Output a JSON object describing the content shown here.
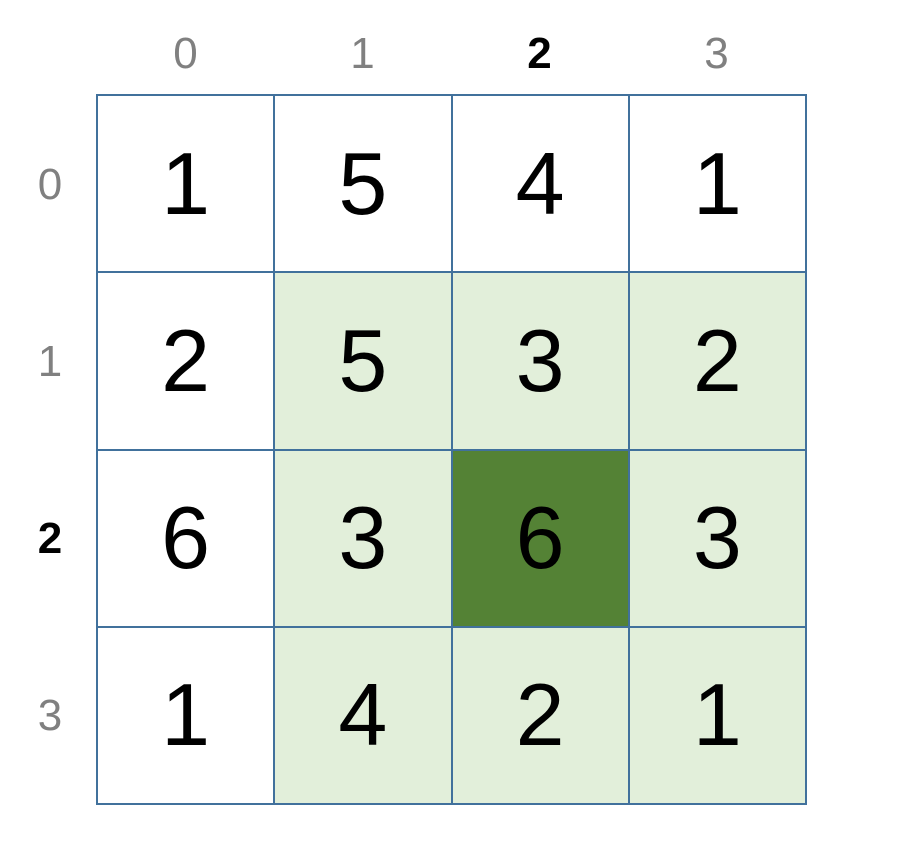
{
  "column_labels": [
    "0",
    "1",
    "2",
    "3"
  ],
  "row_labels": [
    "0",
    "1",
    "2",
    "3"
  ],
  "highlight": {
    "row": 2,
    "col": 2
  },
  "colors": {
    "border": "#41719c",
    "neighborhood": "#e2efda",
    "selected": "#548235",
    "label_gray": "#808080"
  },
  "grid": [
    [
      {
        "value": "1",
        "fill": "none"
      },
      {
        "value": "5",
        "fill": "none"
      },
      {
        "value": "4",
        "fill": "none"
      },
      {
        "value": "1",
        "fill": "none"
      }
    ],
    [
      {
        "value": "2",
        "fill": "none"
      },
      {
        "value": "5",
        "fill": "light"
      },
      {
        "value": "3",
        "fill": "light"
      },
      {
        "value": "2",
        "fill": "light"
      }
    ],
    [
      {
        "value": "6",
        "fill": "none"
      },
      {
        "value": "3",
        "fill": "light"
      },
      {
        "value": "6",
        "fill": "dark"
      },
      {
        "value": "3",
        "fill": "light"
      }
    ],
    [
      {
        "value": "1",
        "fill": "none"
      },
      {
        "value": "4",
        "fill": "light"
      },
      {
        "value": "2",
        "fill": "light"
      },
      {
        "value": "1",
        "fill": "light"
      }
    ]
  ]
}
